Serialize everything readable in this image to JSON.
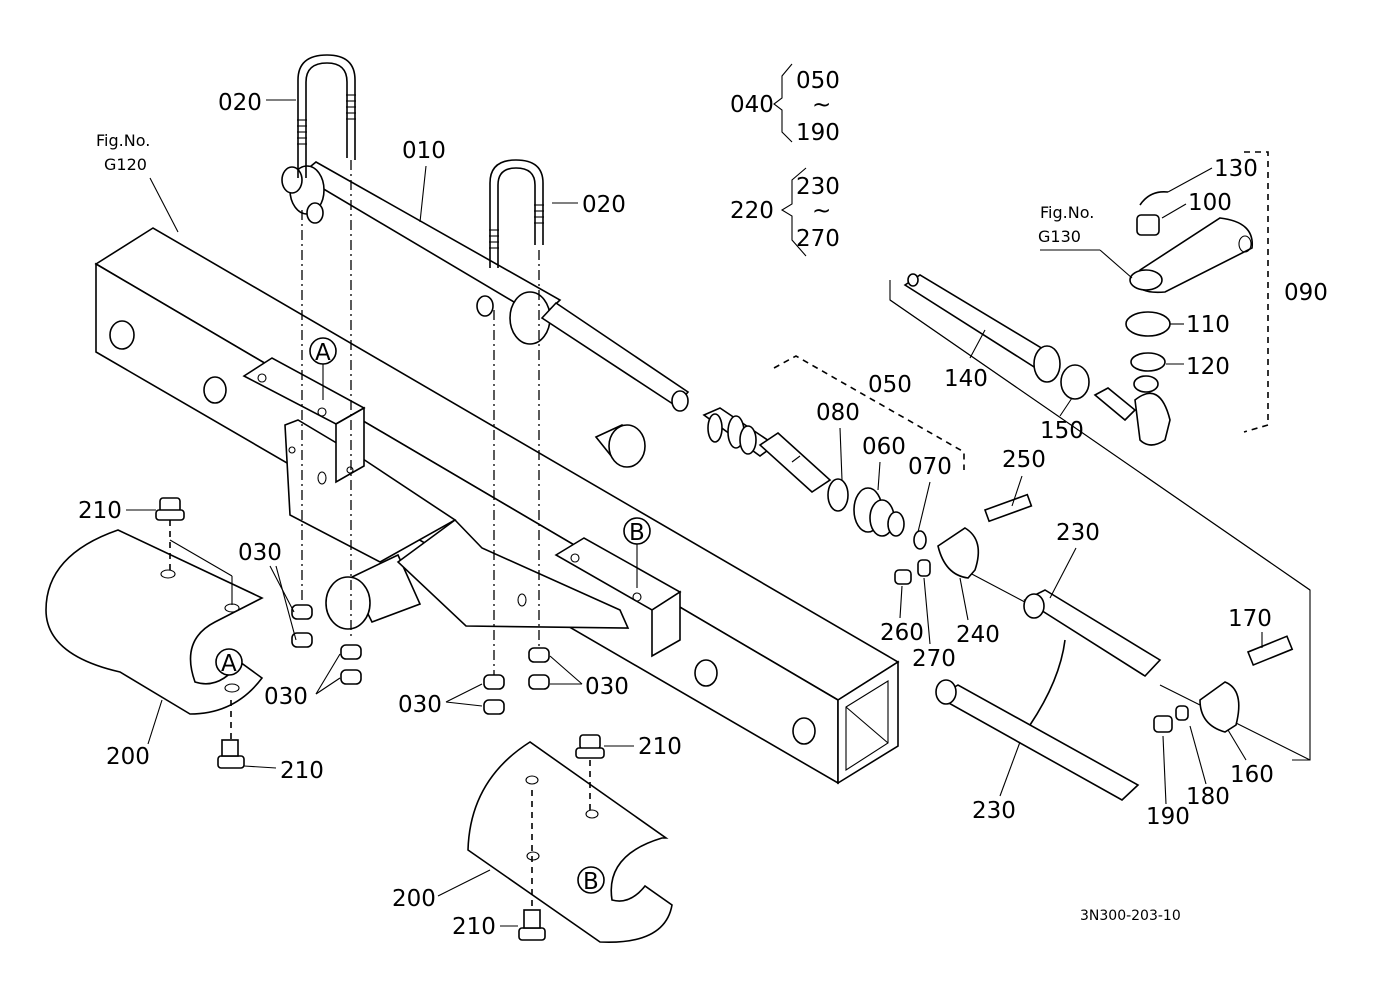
{
  "figure_refs": {
    "g120": {
      "line1": "Fig.No.",
      "line2": "G120"
    },
    "g130": {
      "line1": "Fig.No.",
      "line2": "G130"
    }
  },
  "callouts": {
    "p010": "010",
    "p020a": "020",
    "p020b": "020",
    "p030a": "030",
    "p030b": "030",
    "p030c": "030",
    "p030d": "030",
    "p040": "040",
    "p050": "050",
    "p050b": "050",
    "p060": "060",
    "p070": "070",
    "p080": "080",
    "p090": "090",
    "p100": "100",
    "p110": "110",
    "p120": "120",
    "p130": "130",
    "p140": "140",
    "p150": "150",
    "p160": "160",
    "p170": "170",
    "p180": "180",
    "p190": "190",
    "p190b": "190",
    "p200a": "200",
    "p200b": "200",
    "p210a": "210",
    "p210b": "210",
    "p210c": "210",
    "p210d": "210",
    "p220": "220",
    "p230": "230",
    "p230b": "230",
    "p230c": "230",
    "p240": "240",
    "p250": "250",
    "p260": "260",
    "p270": "270",
    "p270b": "270"
  },
  "range_tilde": "~",
  "markers": {
    "a1": "A",
    "a2": "A",
    "b1": "B",
    "b2": "B"
  },
  "drawing_code": "3N300-203-10"
}
